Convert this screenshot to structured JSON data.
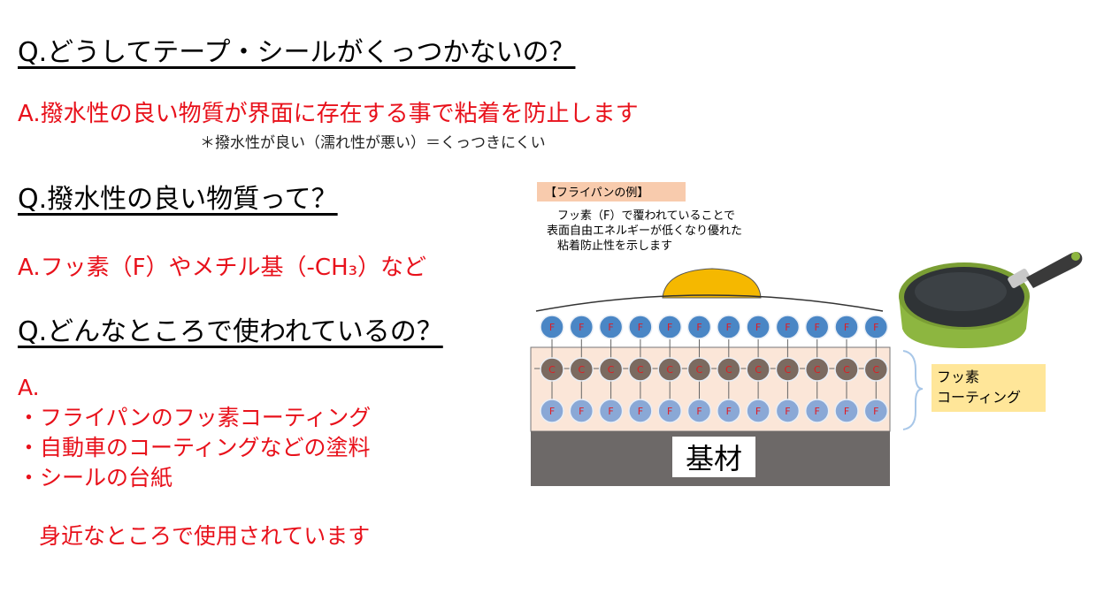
{
  "q1": "Q.どうしてテープ・シールがくっつかないの？",
  "a1": "A.撥水性の良い物質が界面に存在する事で粘着を防止します",
  "note1": "＊撥水性が良い（濡れ性が悪い）＝くっつきにくい",
  "q2": "Q.撥水性の良い物質って？",
  "a2": "A.フッ素（F）やメチル基（-CH₃）など",
  "q3": "Q.どんなところで使われているの？",
  "a3_head": "A.",
  "a3_items": [
    "・フライパンのフッ素コーティング",
    "・自動車のコーティングなどの塗料",
    "・シールの台紙"
  ],
  "a3_tail": "身近なところで使用されています",
  "diagram": {
    "example_title": "【フライパンの例】",
    "desc_line1": "フッ素（F）で覆われていることで",
    "desc_line2": "表面自由エネルギーが低くなり優れた",
    "desc_line3": "粘着防止性を示します",
    "fluorine_symbol": "F",
    "carbon_symbol": "C",
    "coating_label_line1": "フッ素",
    "coating_label_line2": "コーティング",
    "substrate_label": "基材",
    "colors": {
      "fluorine_top": "#4a86c5",
      "fluorine_bottom": "#8aa8d6",
      "carbon": "#7b6a60",
      "atom_text": "#e01b22",
      "coating_layer": "#fbe6d8",
      "substrate": "#6d6968",
      "droplet": "#f5b800",
      "label_box": "#ffe699",
      "title_box": "#f8cbad",
      "pan_green": "#8db640"
    },
    "icons": [
      "frying-pan-icon",
      "droplet-icon",
      "bracket-icon"
    ]
  }
}
